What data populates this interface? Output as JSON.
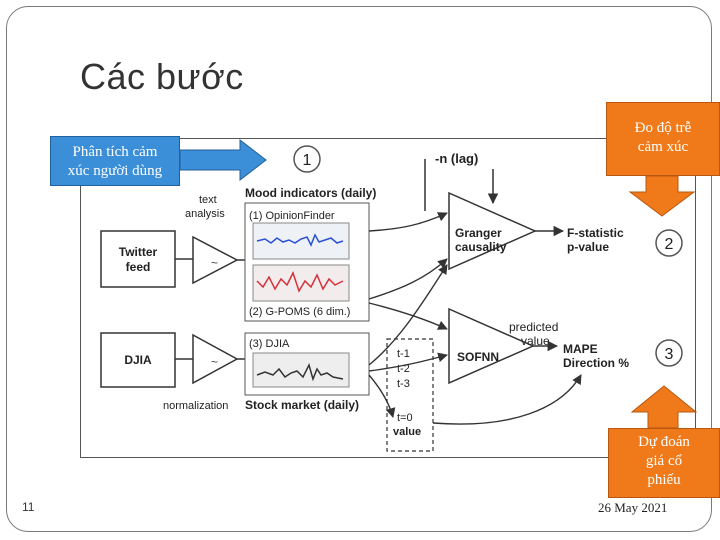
{
  "slide": {
    "title": "Các bước",
    "number": "11",
    "date": "26 May 2021"
  },
  "callouts": {
    "left": {
      "line1": "Phân tích cảm",
      "line2": "xúc người dùng"
    },
    "top_right": {
      "line1": "Đo độ trễ",
      "line2": "cảm xúc"
    },
    "bottom_right": {
      "line1": "Dự đoán",
      "line2": "giá cổ",
      "line3": "phiếu"
    }
  },
  "diagram": {
    "step1": "1",
    "step2": "2",
    "step3": "3",
    "lag_label": "-n (lag)",
    "text_analysis_1": "text",
    "text_analysis_2": "analysis",
    "mood_header": "Mood indicators (daily)",
    "opinion_finder": "(1) OpinionFinder",
    "gpoms": "(2) G-POMS (6 dim.)",
    "djia_panel": "(3) DJIA",
    "stock_market": "Stock market (daily)",
    "normalization": "normalization",
    "twitter_1": "Twitter",
    "twitter_2": "feed",
    "djia_box": "DJIA",
    "tilde_1": "~",
    "tilde_2": "~",
    "granger_1": "Granger",
    "granger_2": "causality",
    "sofnn": "SOFNN",
    "fstat_1": "F-statistic",
    "fstat_2": "p-value",
    "predicted_1": "predicted",
    "predicted_2": "value",
    "mape_1": "MAPE",
    "mape_2": "Direction %",
    "t1": "t-1",
    "t2": "t-2",
    "t3": "t-3",
    "t0": "t=0",
    "value": "value"
  },
  "colors": {
    "blue_callout": "#3b8fd9",
    "orange_callout": "#f07a1a",
    "mood_line": "#2a4fd6",
    "gpoms_line": "#d6303a",
    "djia_line": "#333333"
  }
}
